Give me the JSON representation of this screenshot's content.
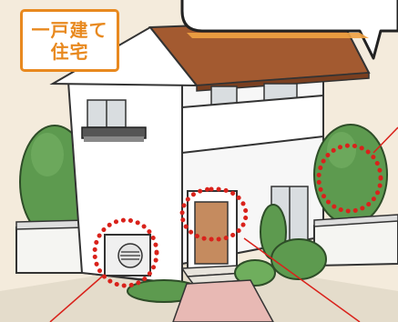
{
  "house_type_label": {
    "line1": "一戸建て",
    "line2": "住宅"
  },
  "colors": {
    "background": "#f4ebdc",
    "accent_orange": "#e8891f",
    "highlight_red": "#d9221b",
    "roof": "#a35a30",
    "wall": "#ffffff",
    "tree_green": "#5d9a4f",
    "door": "#c58b5f"
  },
  "icons": [
    "house-illustration",
    "tree-icon",
    "outdoor-ac-unit-icon",
    "door-icon",
    "speech-bubble-icon"
  ]
}
